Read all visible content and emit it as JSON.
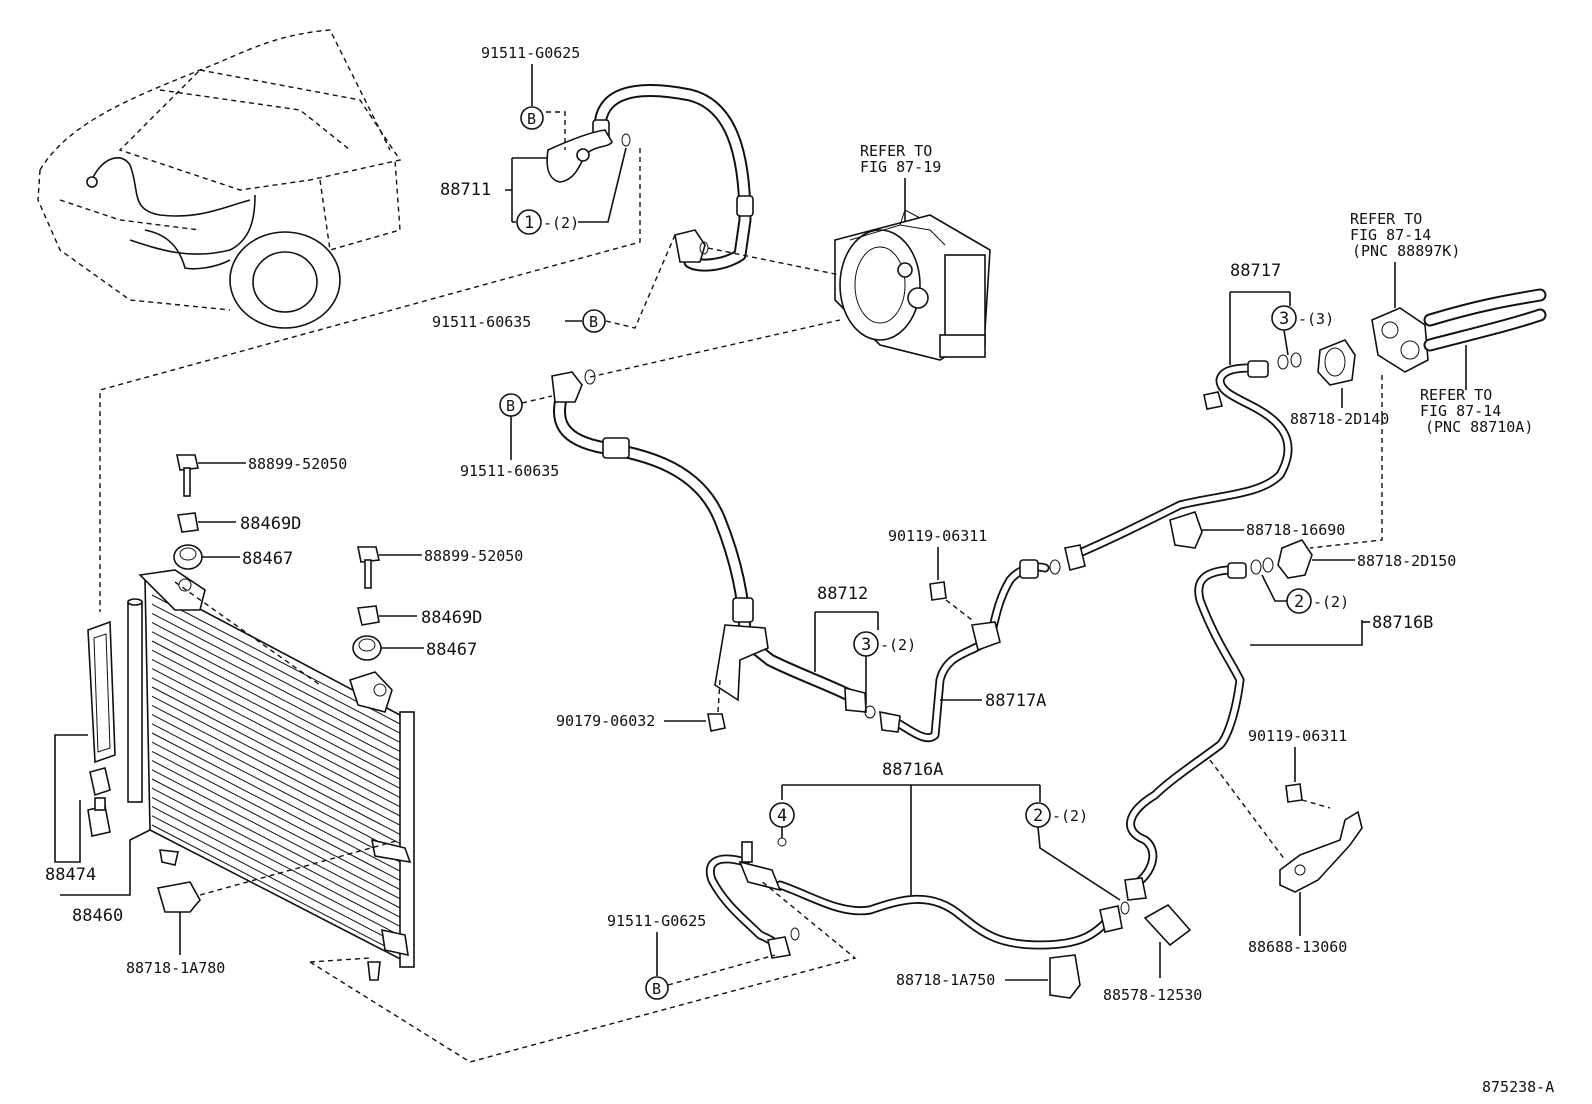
{
  "diagram": {
    "figure_id": "875238-A",
    "refer_notes": [
      {
        "id": "ref-compressor",
        "lines": [
          "REFER TO",
          "FIG 87-19"
        ]
      },
      {
        "id": "ref-a",
        "lines": [
          "REFER TO",
          "FIG 87-14",
          "(PNC 88897K)"
        ]
      },
      {
        "id": "ref-b",
        "lines": [
          "REFER TO",
          "FIG 87-14",
          "(PNC 88710A)"
        ]
      }
    ],
    "labels": {
      "p91511_g0625_top": "91511-G0625",
      "p88711": "88711",
      "p91511_60635_a": "91511-60635",
      "p91511_60635_b": "91511-60635",
      "p88899_52050_a": "88899-52050",
      "p88469d_a": "88469D",
      "p88467_a": "88467",
      "p88899_52050_b": "88899-52050",
      "p88469d_b": "88469D",
      "p88467_b": "88467",
      "p88474": "88474",
      "p88460": "88460",
      "p88718_1a780": "88718-1A780",
      "p88712": "88712",
      "p90119_06311_a": "90119-06311",
      "p88717a": "88717A",
      "p90179_06032": "90179-06032",
      "p88717": "88717",
      "p88718_2d140": "88718-2D140",
      "p88718_16690": "88718-16690",
      "p88718_2d150": "88718-2D150",
      "p88716b": "88716B",
      "p88716a": "88716A",
      "p90119_06311_b": "90119-06311",
      "p91511_g0625_bot": "91511-G0625",
      "p88718_1a750": "88718-1A750",
      "p88578_12530": "88578-12530",
      "p88688_13060": "88688-13060"
    },
    "callouts": {
      "b_top": "B",
      "b_mid": "B",
      "b_left": "B",
      "b_bottom": "B",
      "c1": "1",
      "c2a": "2",
      "c2b": "2",
      "c3a": "3",
      "c3b": "3",
      "c4": "4"
    },
    "quantities": {
      "q1": "-(2)",
      "q3a": "-(3)",
      "q3b": "-(2)",
      "q2a": "-(2)",
      "q2b": "-(2)"
    }
  }
}
